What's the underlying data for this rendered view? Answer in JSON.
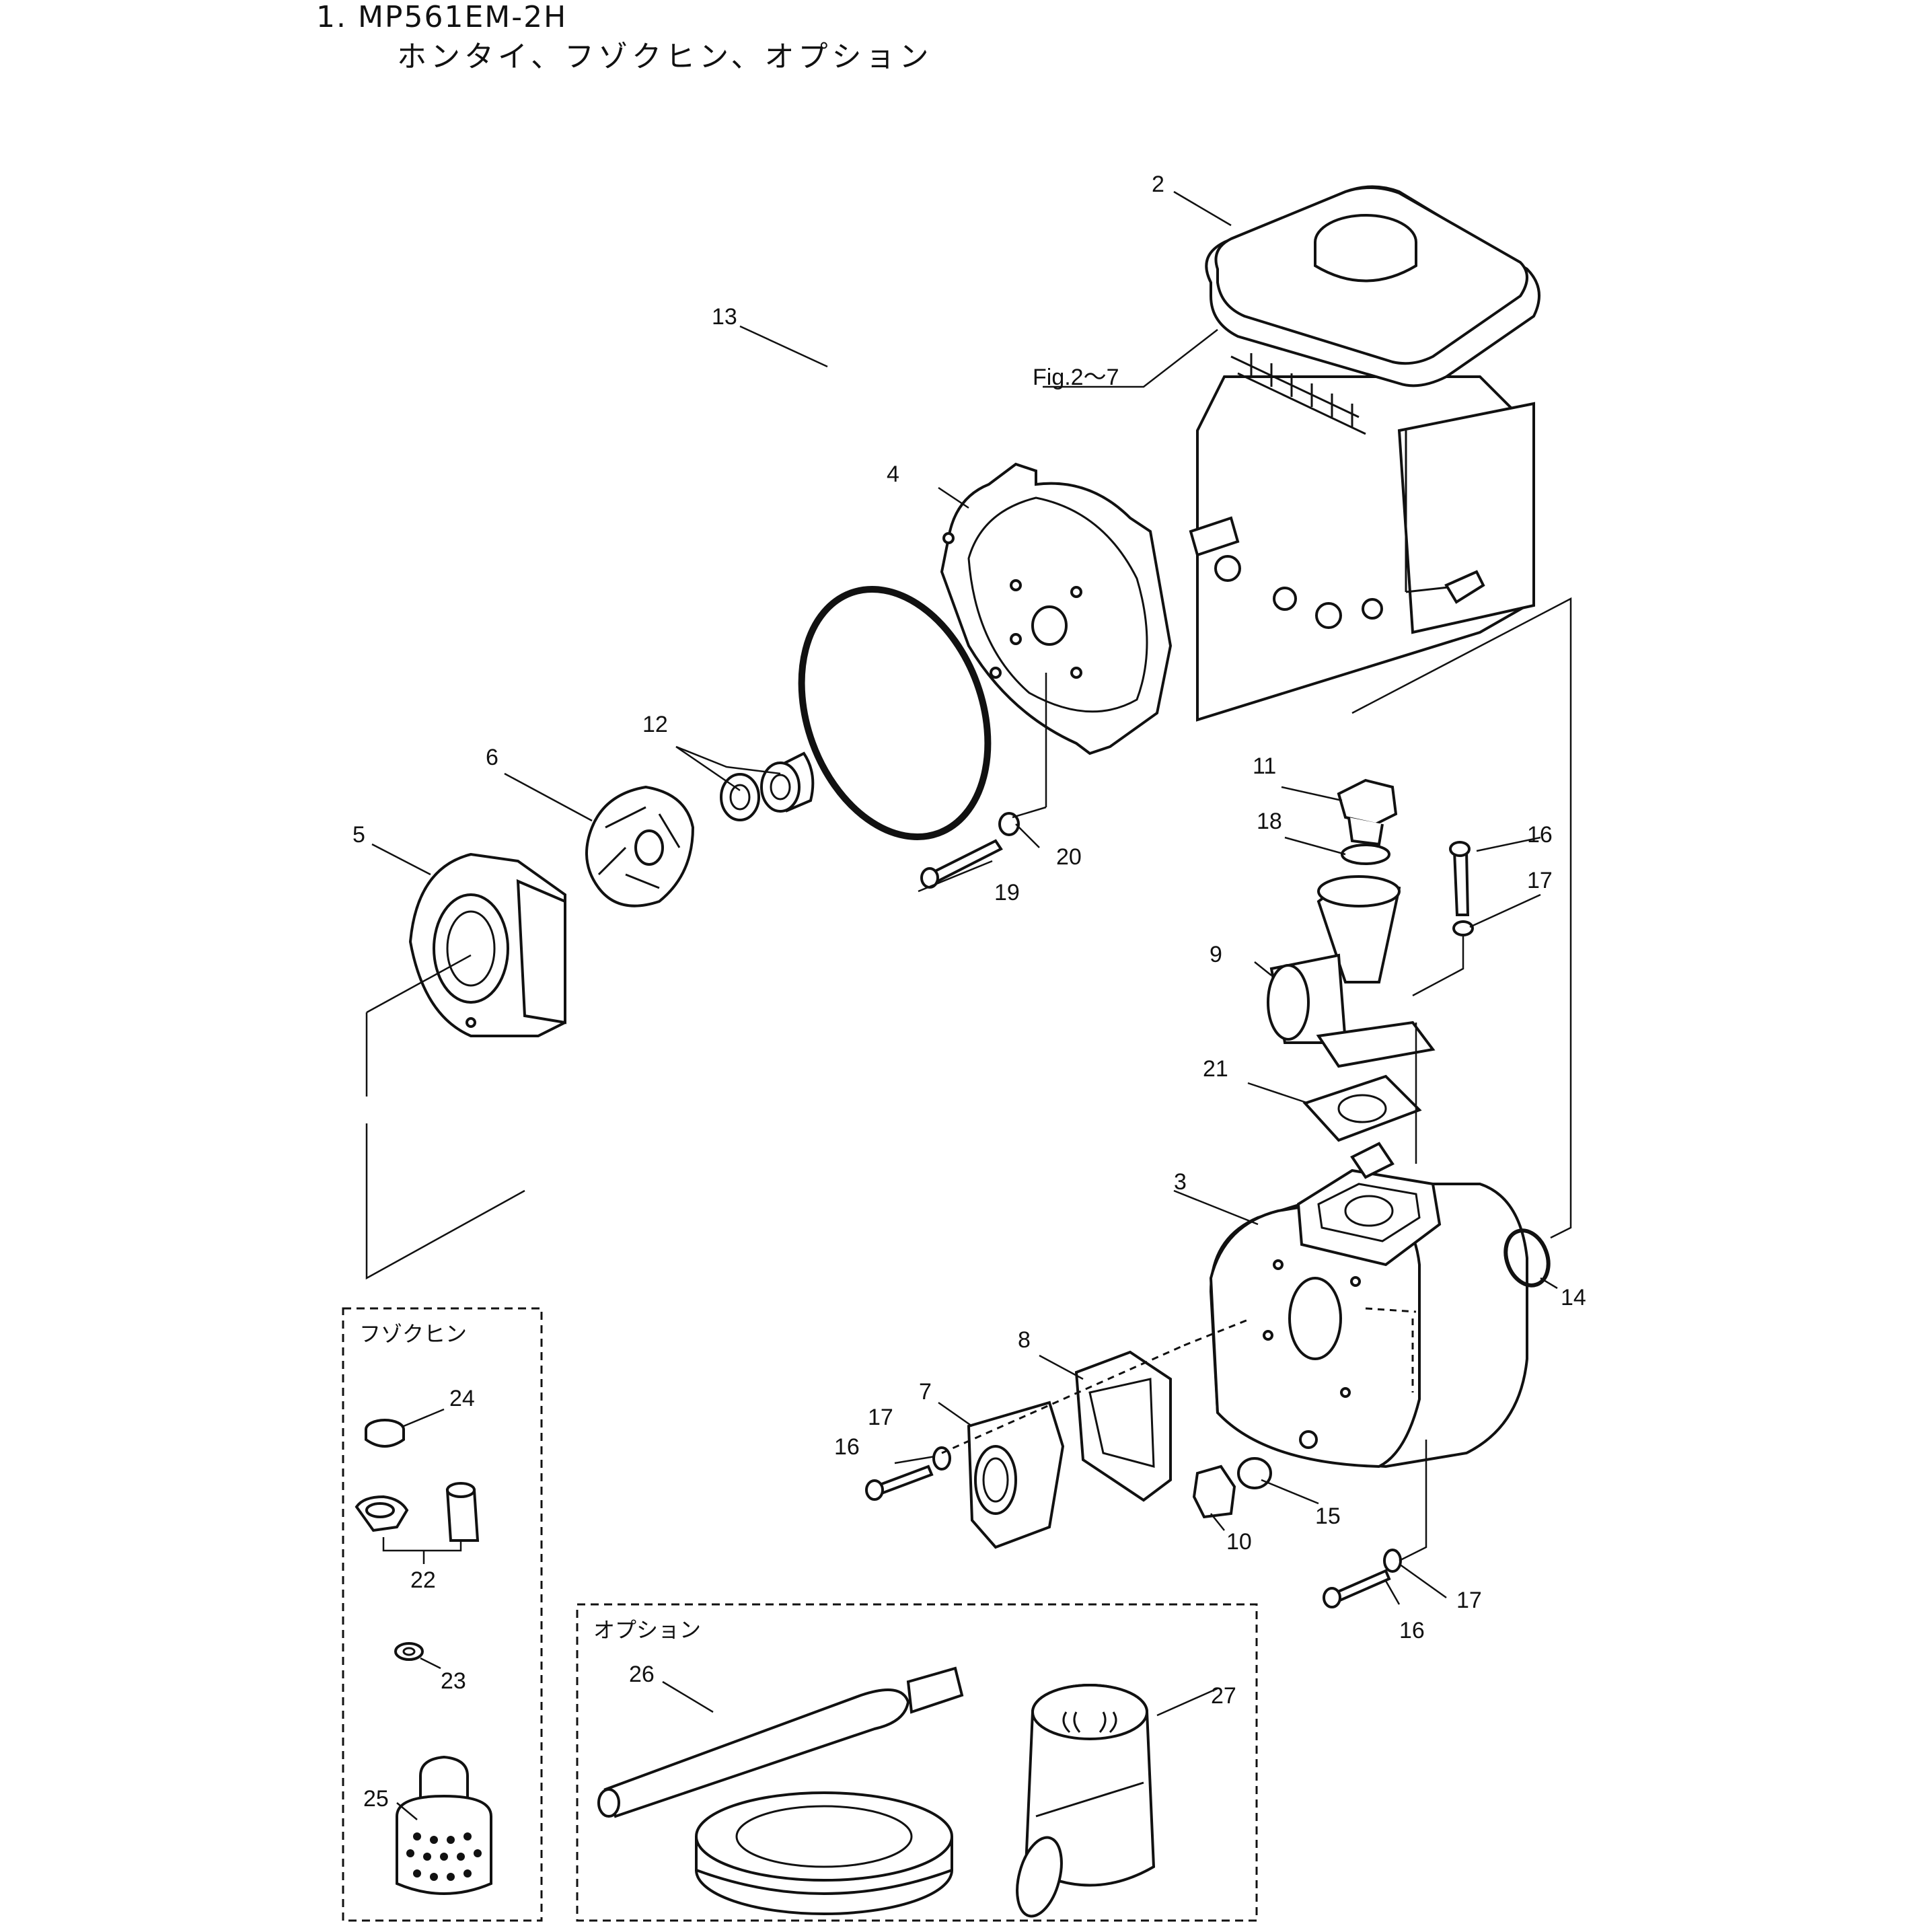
{
  "title": {
    "line1": "1. MP561EM-2H",
    "line2": "ホンタイ、フゾクヒン、オプション"
  },
  "reference": "Fig.2～7",
  "boxes": {
    "accessory": "フゾクヒン",
    "option": "オプション"
  },
  "callouts": {
    "c2": "2",
    "c3": "3",
    "c4": "4",
    "c5": "5",
    "c6": "6",
    "c7": "7",
    "c8": "8",
    "c9": "9",
    "c10": "10",
    "c11": "11",
    "c12": "12",
    "c13": "13",
    "c14": "14",
    "c15": "15",
    "c16a": "16",
    "c16b": "16",
    "c16c": "16",
    "c17a": "17",
    "c17b": "17",
    "c17c": "17",
    "c18": "18",
    "c19": "19",
    "c20": "20",
    "c21": "21",
    "c22": "22",
    "c23": "23",
    "c24": "24",
    "c25": "25",
    "c26": "26",
    "c27": "27"
  }
}
